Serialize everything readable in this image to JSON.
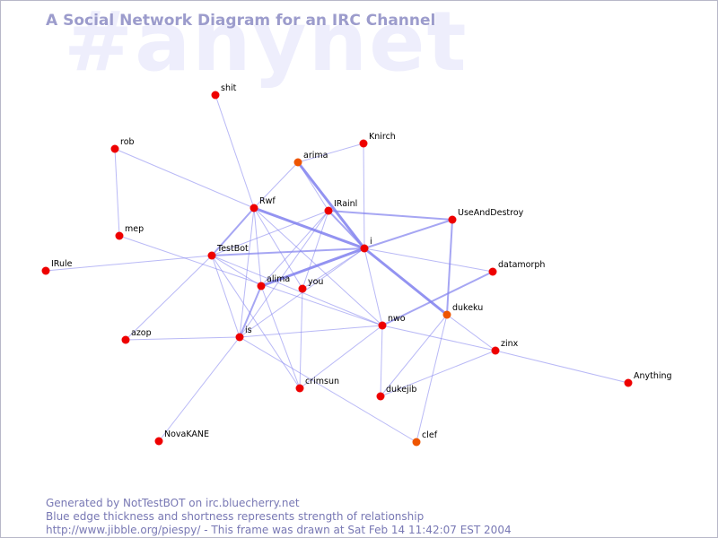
{
  "watermark": "#anynet",
  "title": "A Social Network Diagram for an IRC Channel",
  "footer": {
    "line1": "Generated by NotTestBOT on irc.bluecherry.net",
    "line2": "Blue edge thickness and shortness represents strength of relationship",
    "line3": "http://www.jibble.org/piespy/ - This frame was drawn at Sat Feb 14 11:42:07 EST 2004"
  },
  "colors": {
    "node": "#ee0000",
    "node_highlight": "#ee5500",
    "edge": "#8080ee",
    "label": "#000000",
    "title": "#9c9ccc",
    "footer": "#7878b4",
    "watermark": "#eeeefc"
  },
  "nodes": [
    {
      "id": "shit",
      "label": "shit"
    },
    {
      "id": "rob",
      "label": "rob"
    },
    {
      "id": "Knirch",
      "label": "Knirch"
    },
    {
      "id": "arima",
      "label": "arima"
    },
    {
      "id": "Rwf",
      "label": "Rwf"
    },
    {
      "id": "IRainl",
      "label": "IRainl"
    },
    {
      "id": "UseAndDestroy",
      "label": "UseAndDestroy"
    },
    {
      "id": "mep",
      "label": "mep"
    },
    {
      "id": "TestBot",
      "label": "TestBot"
    },
    {
      "id": "i",
      "label": "i"
    },
    {
      "id": "IRule",
      "label": "IRule"
    },
    {
      "id": "datamorph",
      "label": "datamorph"
    },
    {
      "id": "alima",
      "label": "alima"
    },
    {
      "id": "you",
      "label": "you"
    },
    {
      "id": "dukeku",
      "label": "dukeku"
    },
    {
      "id": "nwo",
      "label": "nwo"
    },
    {
      "id": "azop",
      "label": "azop"
    },
    {
      "id": "is",
      "label": "is"
    },
    {
      "id": "zinx",
      "label": "zinx"
    },
    {
      "id": "Anything",
      "label": "Anything"
    },
    {
      "id": "crimsun",
      "label": "crimsun"
    },
    {
      "id": "dukejib",
      "label": "dukejib"
    },
    {
      "id": "clef",
      "label": "clef"
    },
    {
      "id": "NovaKANE",
      "label": "NovaKANE"
    }
  ],
  "edges": [
    {
      "from": "shit",
      "to": "Rwf",
      "strength": 1
    },
    {
      "from": "rob",
      "to": "mep",
      "strength": 1
    },
    {
      "from": "rob",
      "to": "Rwf",
      "strength": 1
    },
    {
      "from": "Knirch",
      "to": "arima",
      "strength": 1
    },
    {
      "from": "Knirch",
      "to": "i",
      "strength": 1
    },
    {
      "from": "arima",
      "to": "i",
      "strength": 3
    },
    {
      "from": "arima",
      "to": "IRainl",
      "strength": 1
    },
    {
      "from": "arima",
      "to": "Rwf",
      "strength": 1
    },
    {
      "from": "Rwf",
      "to": "i",
      "strength": 3
    },
    {
      "from": "Rwf",
      "to": "TestBot",
      "strength": 2
    },
    {
      "from": "Rwf",
      "to": "alima",
      "strength": 1
    },
    {
      "from": "Rwf",
      "to": "is",
      "strength": 1
    },
    {
      "from": "Rwf",
      "to": "you",
      "strength": 1
    },
    {
      "from": "Rwf",
      "to": "nwo",
      "strength": 1
    },
    {
      "from": "IRainl",
      "to": "i",
      "strength": 2
    },
    {
      "from": "IRainl",
      "to": "UseAndDestroy",
      "strength": 2
    },
    {
      "from": "IRainl",
      "to": "TestBot",
      "strength": 1
    },
    {
      "from": "IRainl",
      "to": "alima",
      "strength": 1
    },
    {
      "from": "IRainl",
      "to": "you",
      "strength": 1
    },
    {
      "from": "IRainl",
      "to": "is",
      "strength": 1
    },
    {
      "from": "UseAndDestroy",
      "to": "i",
      "strength": 2
    },
    {
      "from": "UseAndDestroy",
      "to": "dukeku",
      "strength": 2
    },
    {
      "from": "mep",
      "to": "nwo",
      "strength": 1
    },
    {
      "from": "TestBot",
      "to": "IRule",
      "strength": 1
    },
    {
      "from": "TestBot",
      "to": "i",
      "strength": 2
    },
    {
      "from": "TestBot",
      "to": "alima",
      "strength": 1
    },
    {
      "from": "TestBot",
      "to": "is",
      "strength": 1
    },
    {
      "from": "TestBot",
      "to": "azop",
      "strength": 1
    },
    {
      "from": "TestBot",
      "to": "crimsun",
      "strength": 1
    },
    {
      "from": "TestBot",
      "to": "nwo",
      "strength": 1
    },
    {
      "from": "i",
      "to": "alima",
      "strength": 3
    },
    {
      "from": "i",
      "to": "dukeku",
      "strength": 3
    },
    {
      "from": "i",
      "to": "datamorph",
      "strength": 1
    },
    {
      "from": "i",
      "to": "nwo",
      "strength": 1
    },
    {
      "from": "i",
      "to": "you",
      "strength": 1
    },
    {
      "from": "i",
      "to": "is",
      "strength": 1
    },
    {
      "from": "datamorph",
      "to": "nwo",
      "strength": 2
    },
    {
      "from": "alima",
      "to": "is",
      "strength": 2
    },
    {
      "from": "alima",
      "to": "crimsun",
      "strength": 1
    },
    {
      "from": "you",
      "to": "crimsun",
      "strength": 1
    },
    {
      "from": "dukeku",
      "to": "zinx",
      "strength": 1
    },
    {
      "from": "dukeku",
      "to": "clef",
      "strength": 1
    },
    {
      "from": "dukeku",
      "to": "dukejib",
      "strength": 1
    },
    {
      "from": "nwo",
      "to": "is",
      "strength": 1
    },
    {
      "from": "nwo",
      "to": "crimsun",
      "strength": 1
    },
    {
      "from": "nwo",
      "to": "dukejib",
      "strength": 1
    },
    {
      "from": "nwo",
      "to": "zinx",
      "strength": 1
    },
    {
      "from": "azop",
      "to": "is",
      "strength": 1
    },
    {
      "from": "is",
      "to": "NovaKANE",
      "strength": 1
    },
    {
      "from": "is",
      "to": "clef",
      "strength": 1
    },
    {
      "from": "zinx",
      "to": "Anything",
      "strength": 1
    },
    {
      "from": "zinx",
      "to": "dukejib",
      "strength": 1
    }
  ]
}
